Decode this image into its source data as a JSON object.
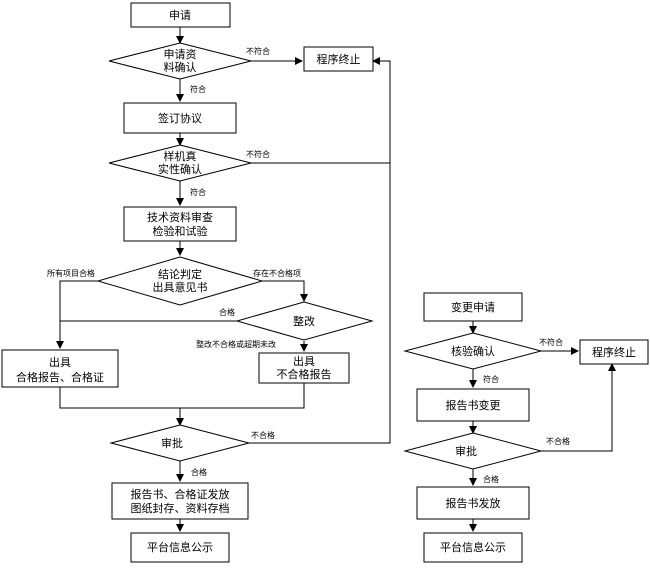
{
  "diagram": {
    "left_flow": {
      "start": "申请",
      "confirm_materials": [
        "申请资",
        "料确认"
      ],
      "terminate": "程序终止",
      "sign_agreement": "签订协议",
      "sample_authenticity": [
        "样机真",
        "实性确认"
      ],
      "review_test": [
        "技术资料审查",
        "检验和试验"
      ],
      "conclusion": [
        "结论判定",
        "出具意见书"
      ],
      "rectify": "整改",
      "issue_qualified": [
        "出具",
        "合格报告、合格证"
      ],
      "issue_unqualified": [
        "出具",
        "不合格报告"
      ],
      "approve": "审批",
      "release_archive": [
        "报告书、合格证发放",
        "图纸封存、资料存档"
      ],
      "publish": "平台信息公示"
    },
    "right_flow": {
      "change_request": "变更申请",
      "verify_confirm": "核验确认",
      "terminate": "程序终止",
      "report_change": "报告书变更",
      "approve": "审批",
      "report_release": "报告书发放",
      "publish": "平台信息公示"
    },
    "edge_labels": {
      "not_comply": "不符合",
      "comply": "符合",
      "all_items_pass": "所有项目合格",
      "has_failed_items": "存在不合格项",
      "pass": "合格",
      "rectify_fail_or_timeout": "整改不合格或超期未改",
      "fail": "不合格"
    }
  }
}
